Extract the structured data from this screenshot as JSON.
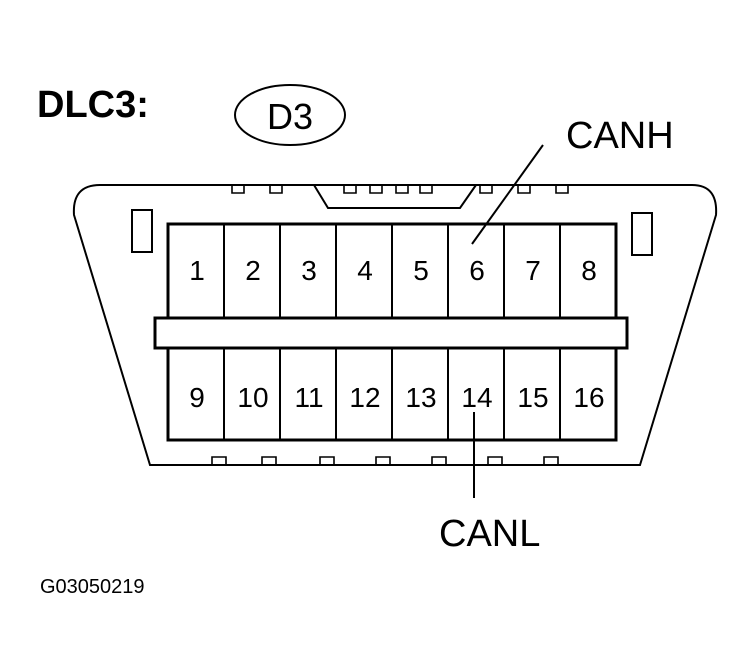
{
  "diagram": {
    "title": "DLC3:",
    "connector_code": "D3",
    "figure_code": "G03050219",
    "pins_top": [
      "1",
      "2",
      "3",
      "4",
      "5",
      "6",
      "7",
      "8"
    ],
    "pins_bottom": [
      "9",
      "10",
      "11",
      "12",
      "13",
      "14",
      "15",
      "16"
    ],
    "callouts": {
      "canh": {
        "label": "CANH",
        "pin": "6"
      },
      "canl": {
        "label": "CANL",
        "pin": "14"
      }
    }
  }
}
